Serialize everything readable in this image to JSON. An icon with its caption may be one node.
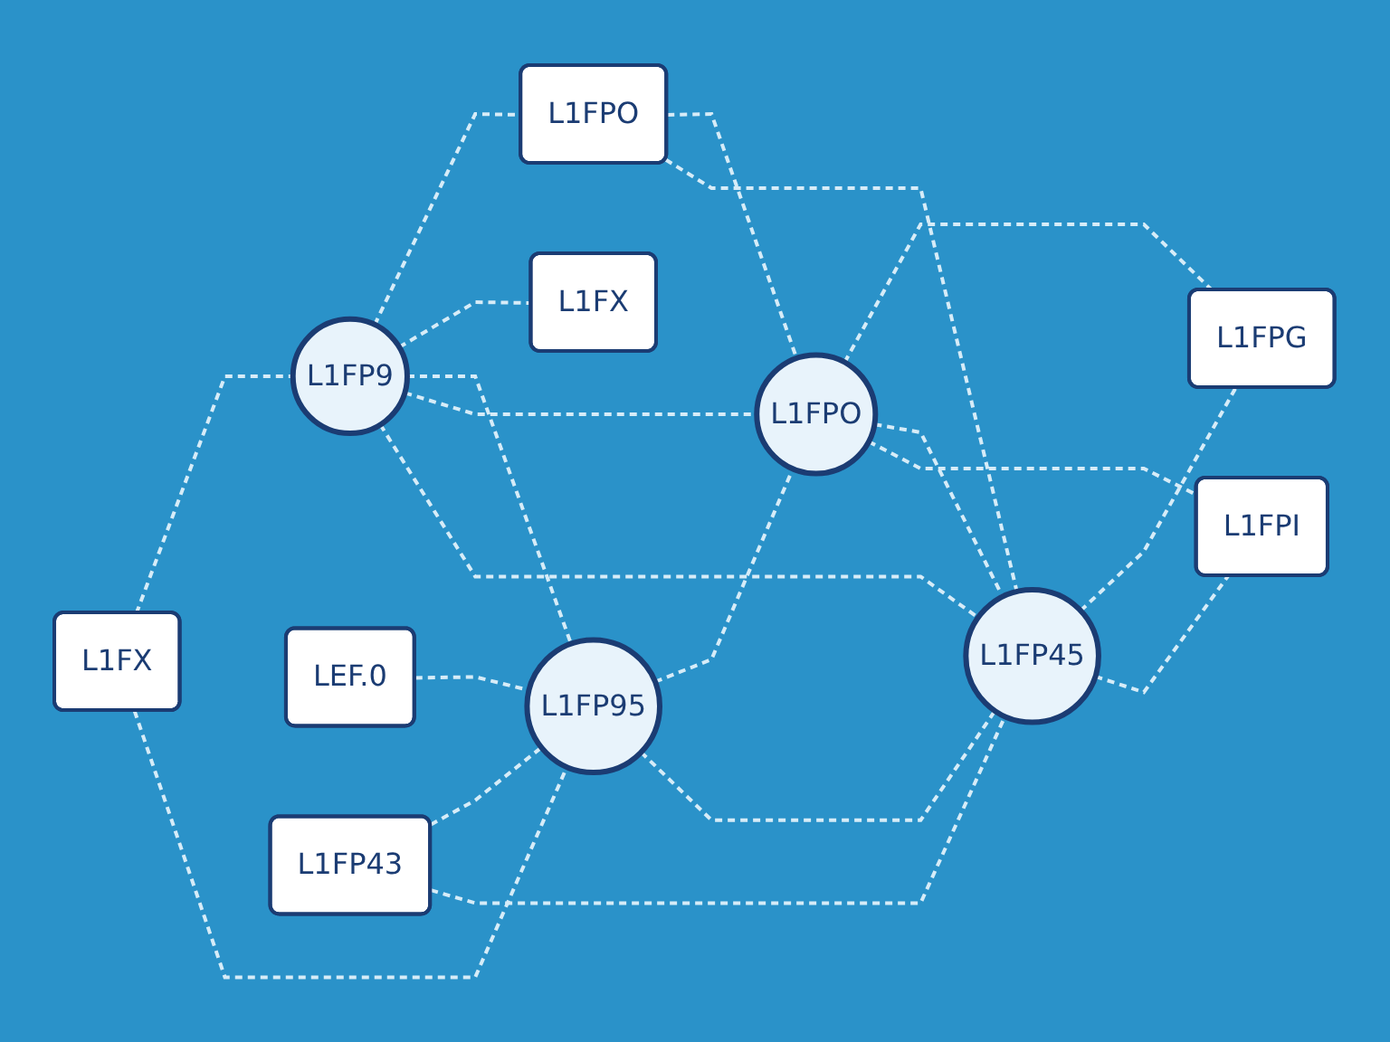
{
  "diagram": {
    "nodes": [
      {
        "text": [
          "L1FP9"
        ]
      },
      {
        "text": [
          "L1FPO"
        ]
      },
      {
        "text": [
          "L1FX"
        ]
      },
      {
        "text": [
          "L1FX"
        ]
      },
      {
        "text": [
          "LEF.0"
        ]
      },
      {
        "text": [
          "L1FP95"
        ]
      },
      {
        "text": [
          "L1FPO"
        ]
      },
      {
        "text": [
          "L1FPG"
        ]
      },
      {
        "text": [
          "L1FP43"
        ]
      },
      {
        "text": [
          "L1FP45"
        ]
      },
      {
        "text": [
          "L1FPI"
        ]
      }
    ],
    "edges": [
      {
        "from": 2,
        "to": 0,
        "arrow": "none",
        "style": "dashed"
      },
      {
        "from": 2,
        "to": 5,
        "arrow": "none",
        "style": "dashed"
      },
      {
        "from": 0,
        "to": 1,
        "arrow": "none",
        "style": "dashed"
      },
      {
        "from": 0,
        "to": 3,
        "arrow": "none",
        "style": "dashed"
      },
      {
        "from": 0,
        "to": 5,
        "arrow": "none",
        "style": "dashed"
      },
      {
        "from": 0,
        "to": 6,
        "arrow": "none",
        "style": "dashed"
      },
      {
        "from": 0,
        "to": 9,
        "arrow": "none",
        "style": "dashed"
      },
      {
        "from": 1,
        "to": 6,
        "arrow": "none",
        "style": "dashed"
      },
      {
        "from": 1,
        "to": 9,
        "arrow": "none",
        "style": "dashed"
      },
      {
        "from": 4,
        "to": 5,
        "arrow": "none",
        "style": "dashed"
      },
      {
        "from": 5,
        "to": 6,
        "arrow": "none",
        "style": "dashed"
      },
      {
        "from": 8,
        "to": 5,
        "arrow": "none",
        "style": "dashed"
      },
      {
        "from": 5,
        "to": 9,
        "arrow": "none",
        "style": "dashed"
      },
      {
        "from": 8,
        "to": 9,
        "arrow": "none",
        "style": "dashed"
      },
      {
        "from": 6,
        "to": 7,
        "arrow": "none",
        "style": "dashed"
      },
      {
        "from": 6,
        "to": 9,
        "arrow": "none",
        "style": "dashed"
      },
      {
        "from": 6,
        "to": 10,
        "arrow": "none",
        "style": "dashed"
      },
      {
        "from": 9,
        "to": 7,
        "arrow": "none",
        "style": "dashed"
      },
      {
        "from": 9,
        "to": 10,
        "arrow": "none",
        "style": "dashed"
      }
    ]
  }
}
